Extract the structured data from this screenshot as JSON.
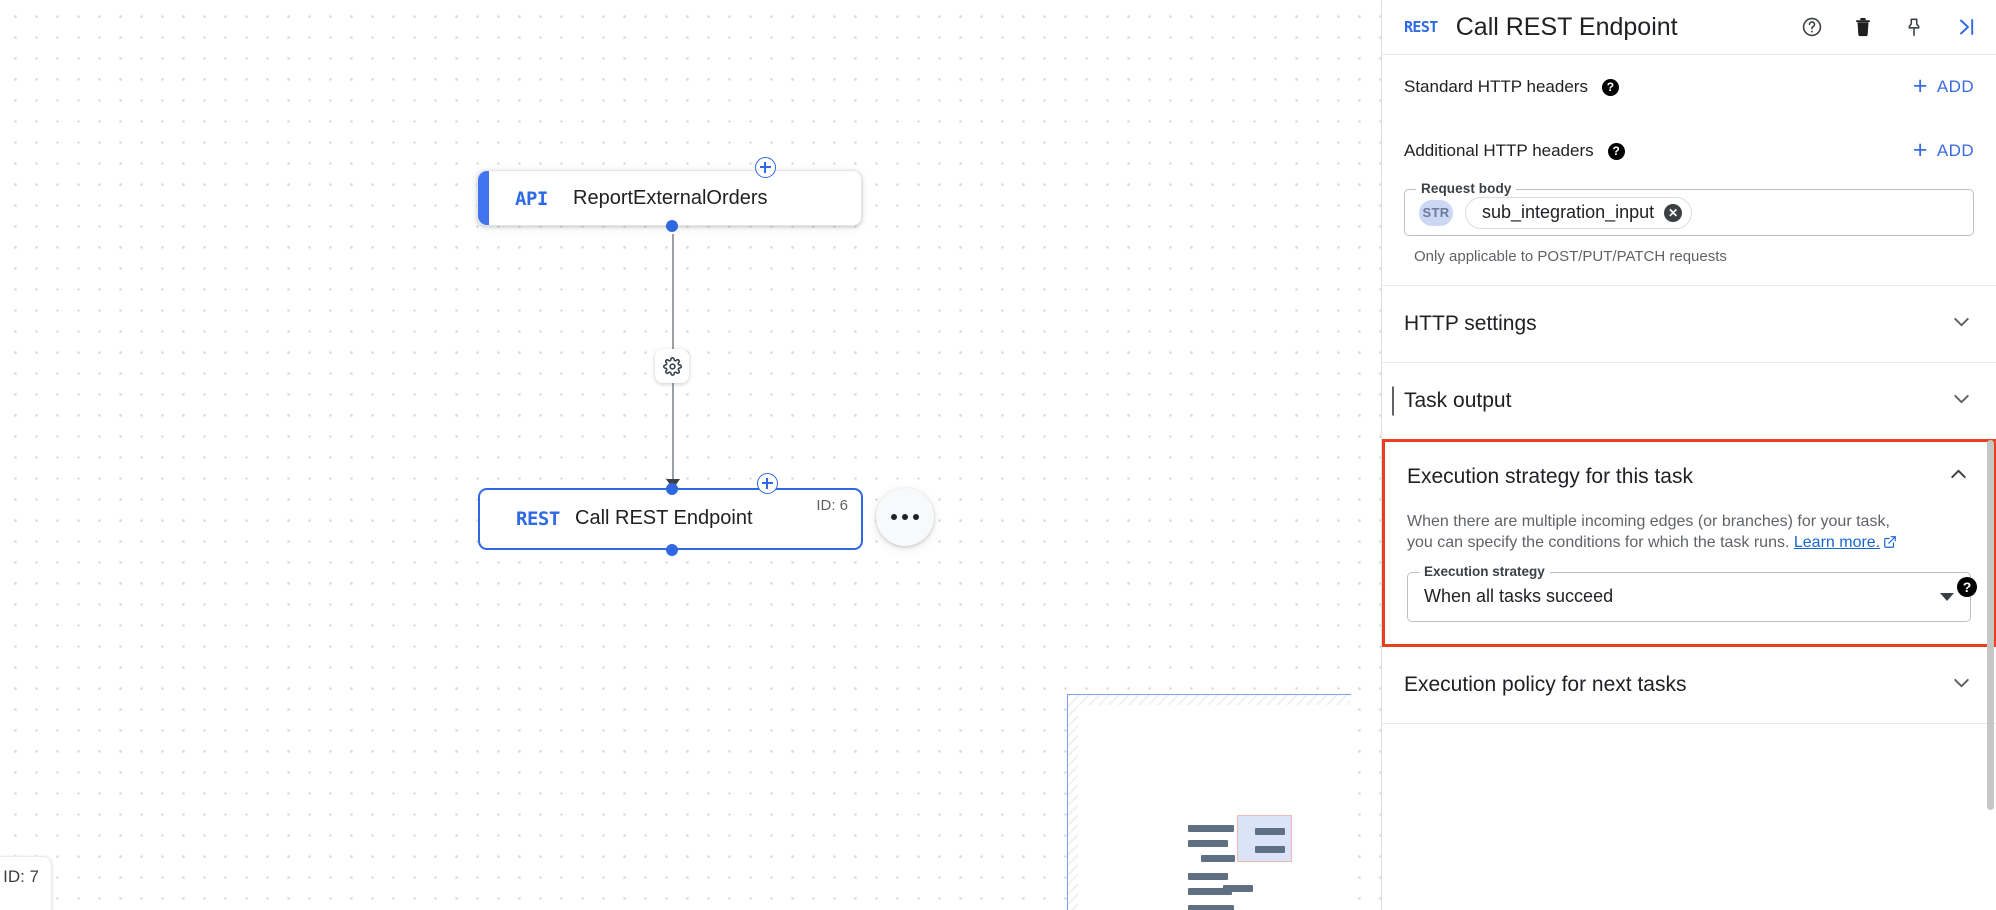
{
  "canvas": {
    "nodes": [
      {
        "type_label": "API",
        "name": "ReportExternalOrders",
        "id_label": "",
        "selected": false
      },
      {
        "type_label": "REST",
        "name": "Call REST Endpoint",
        "id_label": "ID: 6",
        "selected": true
      }
    ],
    "partial_node_id_label": "ID: 7",
    "edge_settings_icon": "gear-icon",
    "add_node_icon": "plus-circle-icon",
    "more_options_icon": "more-horizontal-icon"
  },
  "panel": {
    "header": {
      "type_badge": "REST",
      "title": "Call REST Endpoint",
      "actions": [
        {
          "name": "help-icon",
          "glyph": "?"
        },
        {
          "name": "delete-icon",
          "glyph": "trash"
        },
        {
          "name": "pin-icon",
          "glyph": "pin"
        },
        {
          "name": "collapse-panel-icon",
          "glyph": "chevron-right-bar"
        }
      ]
    },
    "standard_headers": {
      "label": "Standard HTTP headers",
      "help_icon": "help-filled-icon",
      "add_label": "ADD"
    },
    "additional_headers": {
      "label": "Additional HTTP headers",
      "help_icon": "help-filled-icon",
      "add_label": "ADD"
    },
    "request_body": {
      "legend": "Request body",
      "type_badge": "STR",
      "value": "sub_integration_input",
      "clear_icon": "clear-circle-icon",
      "helper": "Only applicable to POST/PUT/PATCH requests"
    },
    "sections": [
      {
        "title": "HTTP settings",
        "expanded": false,
        "chevron": "chevron-down-icon"
      },
      {
        "title": "Task output",
        "expanded": false,
        "chevron": "chevron-down-icon"
      },
      {
        "title": "Execution strategy for this task",
        "expanded": true,
        "chevron": "chevron-up-icon"
      },
      {
        "title": "Execution policy for next tasks",
        "expanded": false,
        "chevron": "chevron-down-icon"
      }
    ],
    "execution_strategy": {
      "title": "Execution strategy for this task",
      "description_line1": "When there are multiple incoming edges (or branches) for your task,",
      "description_line2": "you can specify the conditions for which the task runs.",
      "learn_more": "Learn more.",
      "external_link_icon": "open-in-new-icon",
      "field_legend": "Execution strategy",
      "selected_value": "When all tasks succeed",
      "dropdown_icon": "chevron-down-icon",
      "help_icon": "help-filled-icon"
    },
    "execution_policy": {
      "title": "Execution policy for next tasks",
      "chevron": "chevron-down-icon"
    }
  },
  "colors": {
    "accent_blue": "#2f68e0",
    "link_blue": "#3b6ae1",
    "highlight_red": "#e8401f",
    "text_primary": "#202124",
    "text_secondary": "#5f6368"
  }
}
